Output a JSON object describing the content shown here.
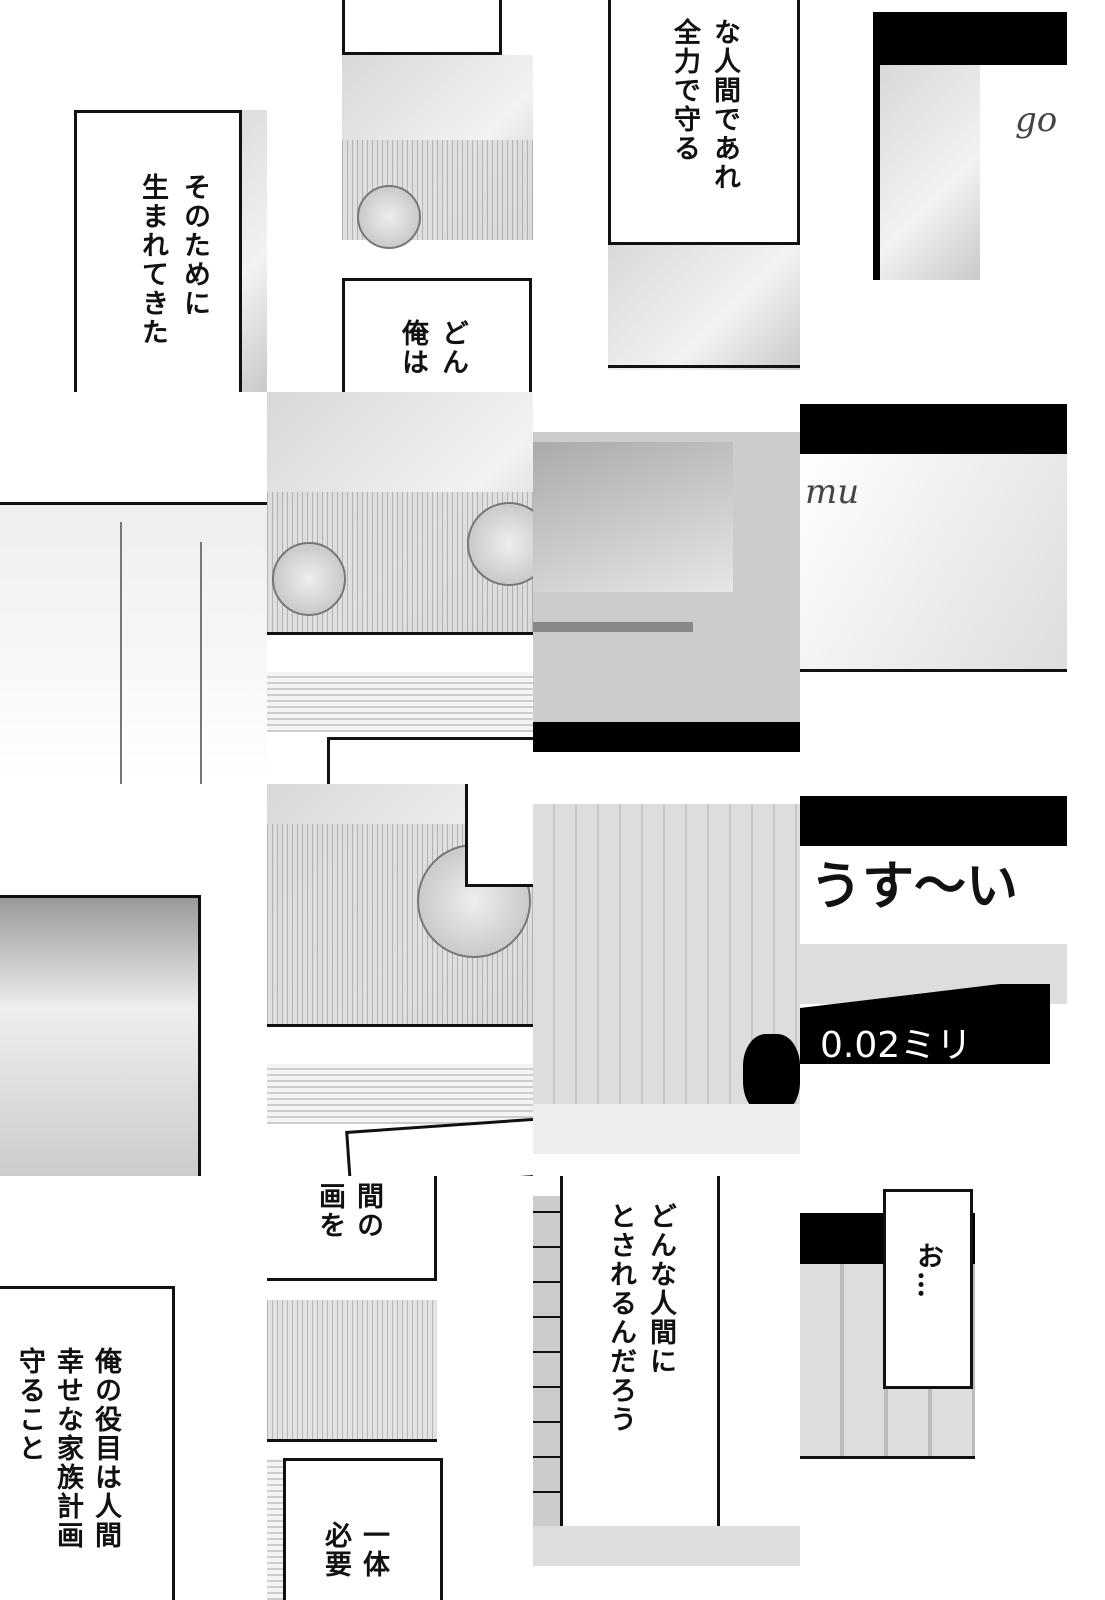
{
  "captions": {
    "born_for_it": [
      "そのために",
      "生まれてきた"
    ],
    "what_kind_top": [
      "どん",
      "俺は"
    ],
    "protect": [
      "な人間であれ",
      "全力で守る"
    ],
    "role": [
      "俺の役目は人間",
      "幸せな家族計画",
      "守ること"
    ],
    "plan_fragment": [
      "間の",
      "画を"
    ],
    "needed": [
      "一体",
      "必要"
    ],
    "what_kind_person": [
      "どんな人間に",
      "とされるんだろう"
    ],
    "oh": "お…"
  },
  "handwriting": {
    "go": "go",
    "mu": "mu",
    "usui": "うす〜い",
    "thickness": "0.02ミリ"
  }
}
